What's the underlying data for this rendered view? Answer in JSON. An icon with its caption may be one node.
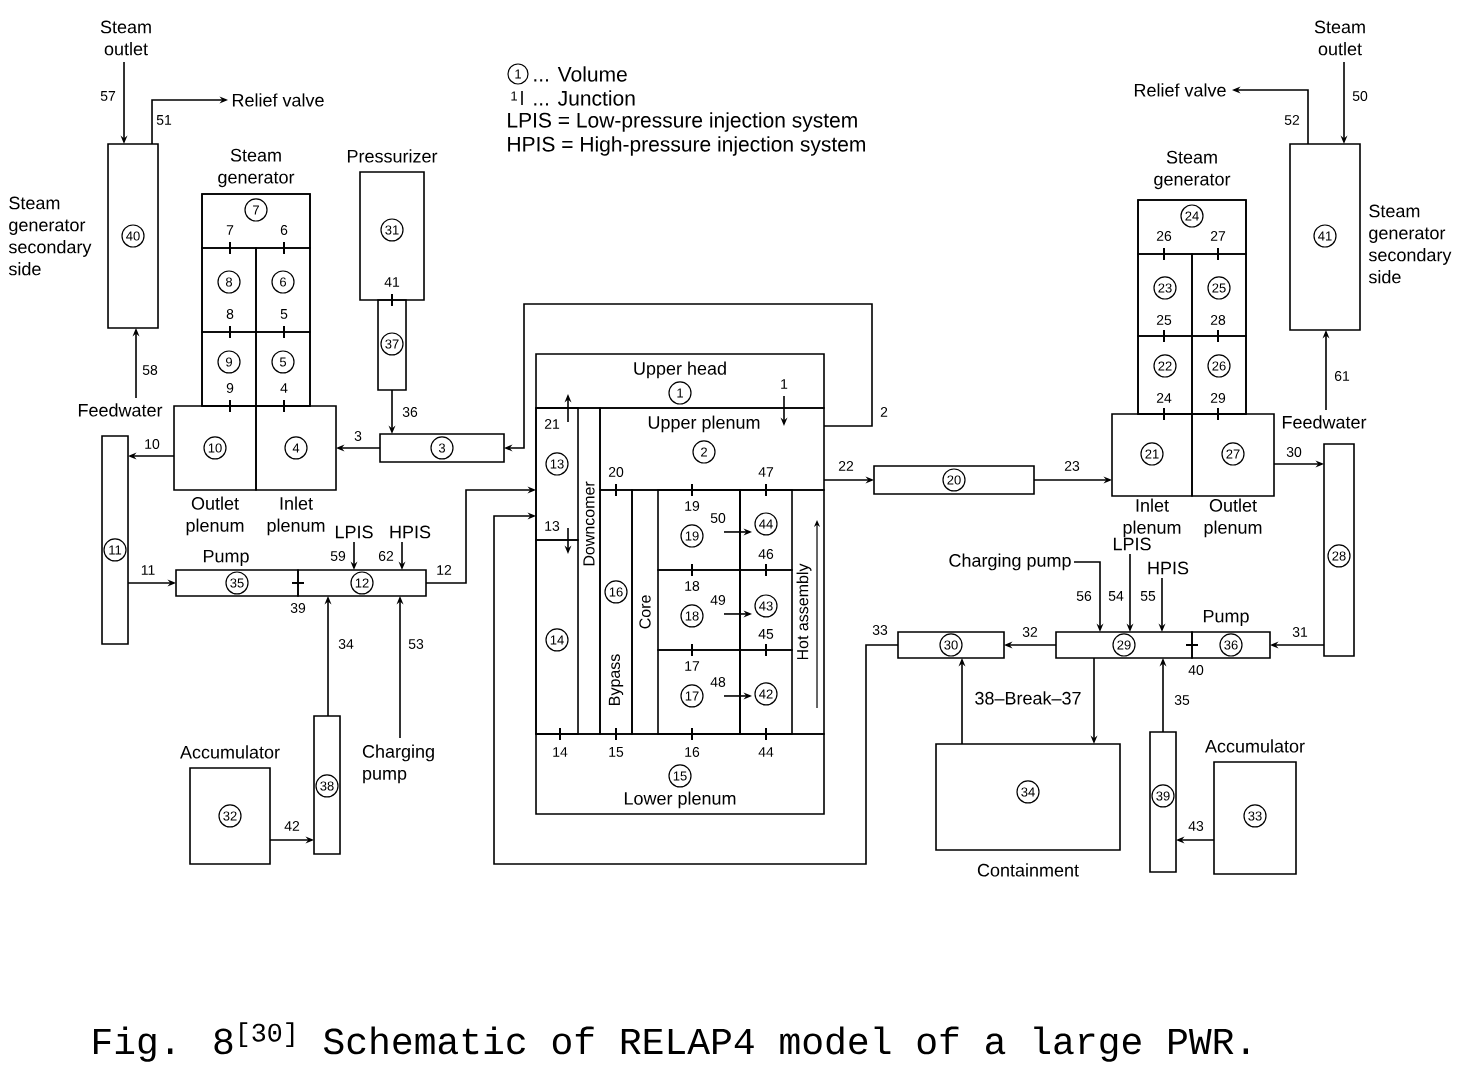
{
  "diagram": {
    "caption": "Fig. 8$^{[30]}$ Schematic of RELAP4 model of a large PWR.",
    "nodes": [
      {
        "text": [
          "Steam outlet"
        ]
      },
      {
        "text": [
          "Relief valve"
        ]
      },
      {
        "text": [
          "40"
        ],
        "beside": [
          "Steam generator secondary side"
        ]
      },
      {
        "text": [
          "Feedwater"
        ]
      },
      {
        "text": [
          "Steam generator"
        ]
      },
      {
        "text": [
          "7"
        ],
        "in": 4
      },
      {
        "text": [
          "8"
        ],
        "in": 4
      },
      {
        "text": [
          "6"
        ],
        "in": 4
      },
      {
        "text": [
          "9"
        ],
        "in": 4
      },
      {
        "text": [
          "5"
        ],
        "in": 4
      },
      {
        "text": [
          "10",
          "Outlet plenum"
        ]
      },
      {
        "text": [
          "4",
          "Inlet plenum"
        ]
      },
      {
        "text": [
          "Pressurizer",
          "31"
        ]
      },
      {
        "text": [
          "37"
        ]
      },
      {
        "text": [
          "3"
        ]
      },
      {
        "text": [
          "Upper head",
          "1"
        ]
      },
      {
        "text": [
          "Downcomer"
        ]
      },
      {
        "text": [
          "13"
        ],
        "in": 16
      },
      {
        "text": [
          "14"
        ],
        "in": 16
      },
      {
        "text": [
          "Upper plenum",
          "2"
        ]
      },
      {
        "text": [
          "16",
          "Bypass"
        ]
      },
      {
        "text": [
          "Core"
        ]
      },
      {
        "text": [
          "19"
        ],
        "in": 21
      },
      {
        "text": [
          "18"
        ],
        "in": 21
      },
      {
        "text": [
          "17"
        ],
        "in": 21
      },
      {
        "text": [
          "Hot assembly"
        ]
      },
      {
        "text": [
          "44"
        ],
        "in": 25
      },
      {
        "text": [
          "43"
        ],
        "in": 25
      },
      {
        "text": [
          "42"
        ],
        "in": 25
      },
      {
        "text": [
          "15",
          "Lower plenum"
        ]
      },
      {
        "text": [
          "11"
        ]
      },
      {
        "text": [
          "LPIS"
        ]
      },
      {
        "text": [
          "HPIS"
        ]
      },
      {
        "text": [
          "Pump",
          "35"
        ]
      },
      {
        "text": [
          "12"
        ]
      },
      {
        "text": [
          "38"
        ]
      },
      {
        "text": [
          "Charging pump"
        ]
      },
      {
        "text": [
          "Accumulator",
          "32"
        ]
      },
      {
        "text": [
          "Relief valve"
        ]
      },
      {
        "text": [
          "Steam outlet"
        ]
      },
      {
        "text": [
          "41"
        ],
        "beside": [
          "Steam generator secondary side"
        ]
      },
      {
        "text": [
          "Feedwater"
        ]
      },
      {
        "text": [
          "Steam generator"
        ]
      },
      {
        "text": [
          "24"
        ],
        "in": 42
      },
      {
        "text": [
          "23"
        ],
        "in": 42
      },
      {
        "text": [
          "25"
        ],
        "in": 42
      },
      {
        "text": [
          "22"
        ],
        "in": 42
      },
      {
        "text": [
          "26"
        ],
        "in": 42
      },
      {
        "text": [
          "21",
          "Inlet plenum"
        ]
      },
      {
        "text": [
          "27",
          "Outlet plenum"
        ]
      },
      {
        "text": [
          "20"
        ]
      },
      {
        "text": [
          "28"
        ]
      },
      {
        "text": [
          "Charging pump"
        ]
      },
      {
        "text": [
          "LPIS"
        ]
      },
      {
        "text": [
          "HPIS"
        ]
      },
      {
        "text": [
          "30"
        ]
      },
      {
        "text": [
          "29"
        ]
      },
      {
        "text": [
          "Pump",
          "36"
        ]
      },
      {
        "text": [
          "34",
          "Containment"
        ]
      },
      {
        "text": [
          "39"
        ]
      },
      {
        "text": [
          "Accumulator",
          "33"
        ]
      }
    ],
    "edges": [
      {
        "from": 0,
        "to": 2,
        "arrow": "to",
        "label": "57"
      },
      {
        "from": 2,
        "to": 1,
        "arrow": "to",
        "label": "51"
      },
      {
        "from": 3,
        "to": 2,
        "arrow": "to",
        "label": "58"
      },
      {
        "from": 11,
        "to": 9,
        "arrow": "none",
        "label": "4"
      },
      {
        "from": 9,
        "to": 7,
        "arrow": "none",
        "label": "5"
      },
      {
        "from": 7,
        "to": 5,
        "arrow": "none",
        "label": "6"
      },
      {
        "from": 5,
        "to": 6,
        "arrow": "none",
        "label": "7"
      },
      {
        "from": 6,
        "to": 8,
        "arrow": "none",
        "label": "8"
      },
      {
        "from": 8,
        "to": 10,
        "arrow": "none",
        "label": "9"
      },
      {
        "from": 12,
        "to": 13,
        "arrow": "none",
        "label": "41"
      },
      {
        "from": 13,
        "to": 14,
        "arrow": "to",
        "label": "36"
      },
      {
        "from": 14,
        "to": 11,
        "arrow": "to",
        "label": "3"
      },
      {
        "from": 19,
        "to": 14,
        "arrow": "to",
        "label": "2"
      },
      {
        "from": 10,
        "to": 30,
        "arrow": "to",
        "label": "10"
      },
      {
        "from": 30,
        "to": 33,
        "arrow": "to",
        "label": "11"
      },
      {
        "from": 33,
        "to": 34,
        "arrow": "none",
        "label": "39"
      },
      {
        "from": 34,
        "to": 17,
        "arrow": "to",
        "label": "12"
      },
      {
        "from": 31,
        "to": 34,
        "arrow": "to",
        "label": "59"
      },
      {
        "from": 32,
        "to": 34,
        "arrow": "to",
        "label": "62"
      },
      {
        "from": 35,
        "to": 34,
        "arrow": "to",
        "label": "34"
      },
      {
        "from": 36,
        "to": 34,
        "arrow": "to",
        "label": "53"
      },
      {
        "from": 37,
        "to": 35,
        "arrow": "to",
        "label": "42"
      },
      {
        "from": 17,
        "to": 15,
        "arrow": "to",
        "label": "21"
      },
      {
        "from": 15,
        "to": 19,
        "arrow": "to",
        "label": "1"
      },
      {
        "from": 17,
        "to": 18,
        "arrow": "to",
        "label": "13"
      },
      {
        "from": 19,
        "to": 20,
        "arrow": "none",
        "label": "20"
      },
      {
        "from": 22,
        "to": 19,
        "arrow": "none",
        "label": "19"
      },
      {
        "from": 26,
        "to": 19,
        "arrow": "none",
        "label": "47"
      },
      {
        "from": 22,
        "to": 26,
        "arrow": "to",
        "label": "50"
      },
      {
        "from": 23,
        "to": 22,
        "arrow": "none",
        "label": "18"
      },
      {
        "from": 27,
        "to": 26,
        "arrow": "none",
        "label": "46"
      },
      {
        "from": 23,
        "to": 27,
        "arrow": "to",
        "label": "49"
      },
      {
        "from": 24,
        "to": 23,
        "arrow": "none",
        "label": "17"
      },
      {
        "from": 28,
        "to": 27,
        "arrow": "none",
        "label": "45"
      },
      {
        "from": 24,
        "to": 28,
        "arrow": "to",
        "label": "48"
      },
      {
        "from": 18,
        "to": 29,
        "arrow": "none",
        "label": "14"
      },
      {
        "from": 20,
        "to": 29,
        "arrow": "none",
        "label": "15"
      },
      {
        "from": 29,
        "to": 24,
        "arrow": "none",
        "label": "16"
      },
      {
        "from": 29,
        "to": 28,
        "arrow": "none",
        "label": "44"
      },
      {
        "from": 19,
        "to": 50,
        "arrow": "to",
        "label": "22"
      },
      {
        "from": 50,
        "to": 48,
        "arrow": "to",
        "label": "23"
      },
      {
        "from": 48,
        "to": 46,
        "arrow": "none",
        "label": "24"
      },
      {
        "from": 46,
        "to": 44,
        "arrow": "none",
        "label": "25"
      },
      {
        "from": 44,
        "to": 43,
        "arrow": "none",
        "label": "26"
      },
      {
        "from": 43,
        "to": 45,
        "arrow": "none",
        "label": "27"
      },
      {
        "from": 45,
        "to": 47,
        "arrow": "none",
        "label": "28"
      },
      {
        "from": 47,
        "to": 49,
        "arrow": "none",
        "label": "29"
      },
      {
        "from": 49,
        "to": 51,
        "arrow": "to",
        "label": "30"
      },
      {
        "from": 51,
        "to": 57,
        "arrow": "to",
        "label": "31"
      },
      {
        "from": 57,
        "to": 56,
        "arrow": "none",
        "label": "40"
      },
      {
        "from": 56,
        "to": 55,
        "arrow": "to",
        "label": "32"
      },
      {
        "from": 55,
        "to": 17,
        "arrow": "to",
        "label": "33"
      },
      {
        "from": 52,
        "to": 56,
        "arrow": "to",
        "label": "56"
      },
      {
        "from": 53,
        "to": 56,
        "arrow": "to",
        "label": "54"
      },
      {
        "from": 54,
        "to": 56,
        "arrow": "to",
        "label": "55"
      },
      {
        "from": 59,
        "to": 56,
        "arrow": "to",
        "label": "35"
      },
      {
        "from": 60,
        "to": 59,
        "arrow": "to",
        "label": "43"
      },
      {
        "from": 56,
        "to": 58,
        "arrow": "to"
      },
      {
        "from": 58,
        "to": 55,
        "arrow": "to"
      },
      {
        "from": 39,
        "to": 40,
        "arrow": "to",
        "label": "50"
      },
      {
        "from": 40,
        "to": 38,
        "arrow": "to",
        "label": "52"
      },
      {
        "from": 41,
        "to": 40,
        "arrow": "to",
        "label": "61"
      }
    ],
    "labels": [
      "1",
      "1",
      "LPIS = Low-pressure injection system",
      "HPIS = High-pressure injection system",
      "38–Break–37"
    ],
    "legend": [
      {
        "text": "... Volume"
      },
      {
        "text": "... Junction"
      }
    ]
  }
}
